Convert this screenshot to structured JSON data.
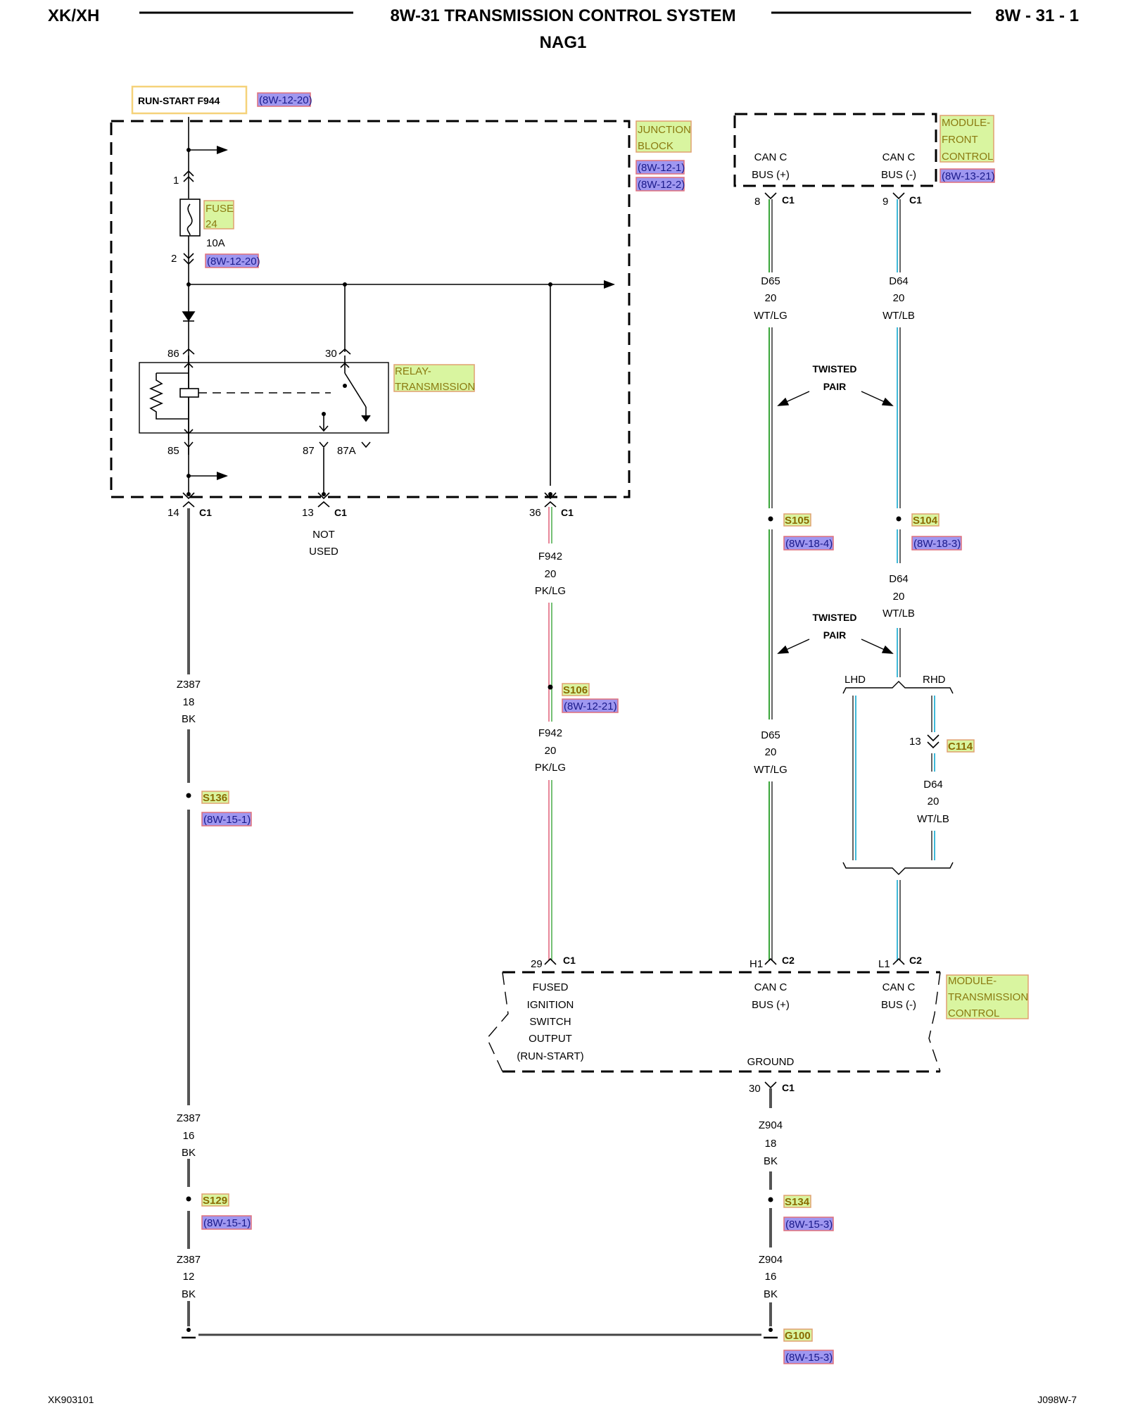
{
  "header": {
    "model": "XK/XH",
    "title": "8W-31 TRANSMISSION CONTROL SYSTEM",
    "subtitle": "NAG1",
    "page": "8W - 31 - 1"
  },
  "footer": {
    "left": "XK903101",
    "right": "J098W-7"
  },
  "power": {
    "source": "RUN-START F944",
    "ref": "(8W-12-20)"
  },
  "junction_block": {
    "name_l1": "JUNCTION",
    "name_l2": "BLOCK",
    "ref1": "(8W-12-1)",
    "ref2": "(8W-12-2)",
    "fuse": {
      "pin_in": "1",
      "pin_out": "2",
      "label_l1": "FUSE",
      "label_l2": "24",
      "rating": "10A",
      "ref": "(8W-12-20)"
    },
    "relay": {
      "name_l1": "RELAY-",
      "name_l2": "TRANSMISSION",
      "pin86": "86",
      "pin30": "30",
      "pin85": "85",
      "pin87": "87",
      "pin87a": "87A"
    },
    "out14": "14",
    "out13": "13",
    "out36": "36",
    "conn": "C1",
    "not_used_l1": "NOT",
    "not_used_l2": "USED"
  },
  "front_control": {
    "name_l1": "MODULE-",
    "name_l2": "FRONT",
    "name_l3": "CONTROL",
    "ref": "(8W-13-21)",
    "can_plus_l1": "CAN C",
    "can_plus_l2": "BUS (+)",
    "can_minus_l1": "CAN C",
    "can_minus_l2": "BUS (-)",
    "pin8": "8",
    "pin9": "9",
    "conn": "C1"
  },
  "wires": {
    "d65_a": [
      "D65",
      "20",
      "WT/LG"
    ],
    "d64_a": [
      "D64",
      "20",
      "WT/LB"
    ],
    "d64_b": [
      "D64",
      "20",
      "WT/LB"
    ],
    "d65_b": [
      "D65",
      "20",
      "WT/LG"
    ],
    "d64_c": [
      "D64",
      "20",
      "WT/LB"
    ],
    "f942_a": [
      "F942",
      "20",
      "PK/LG"
    ],
    "f942_b": [
      "F942",
      "20",
      "PK/LG"
    ],
    "z387_a": [
      "Z387",
      "18",
      "BK"
    ],
    "z387_b": [
      "Z387",
      "16",
      "BK"
    ],
    "z387_c": [
      "Z387",
      "12",
      "BK"
    ],
    "z904_a": [
      "Z904",
      "18",
      "BK"
    ],
    "z904_b": [
      "Z904",
      "16",
      "BK"
    ],
    "wire_colors": {
      "green": "#3aa63a",
      "blue": "#3fb8d8",
      "pink": "#e8889a",
      "black": "#555555"
    }
  },
  "twisted_pair_l1": "TWISTED",
  "twisted_pair_l2": "PAIR",
  "splices": {
    "s105": {
      "id": "S105",
      "ref": "(8W-18-4)"
    },
    "s104": {
      "id": "S104",
      "ref": "(8W-18-3)"
    },
    "s106": {
      "id": "S106",
      "ref": "(8W-12-21)"
    },
    "s136": {
      "id": "S136",
      "ref": "(8W-15-1)"
    },
    "s129": {
      "id": "S129",
      "ref": "(8W-15-1)"
    },
    "s134": {
      "id": "S134",
      "ref": "(8W-15-3)"
    },
    "g100": {
      "id": "G100",
      "ref": "(8W-15-3)"
    }
  },
  "variant": {
    "lhd": "LHD",
    "rhd": "RHD",
    "connector": "C114",
    "pin": "13"
  },
  "tcm": {
    "name_l1": "MODULE-",
    "name_l2": "TRANSMISSION",
    "name_l3": "CONTROL",
    "pin29": "29",
    "conn_c1": "C1",
    "pinH1": "H1",
    "pinL1": "L1",
    "conn_c2": "C2",
    "pin30": "30",
    "fused_l1": "FUSED",
    "fused_l2": "IGNITION",
    "fused_l3": "SWITCH",
    "fused_l4": "OUTPUT",
    "fused_l5": "(RUN-START)",
    "can_plus_l1": "CAN C",
    "can_plus_l2": "BUS (+)",
    "can_minus_l1": "CAN C",
    "can_minus_l2": "BUS (-)",
    "ground": "GROUND"
  }
}
